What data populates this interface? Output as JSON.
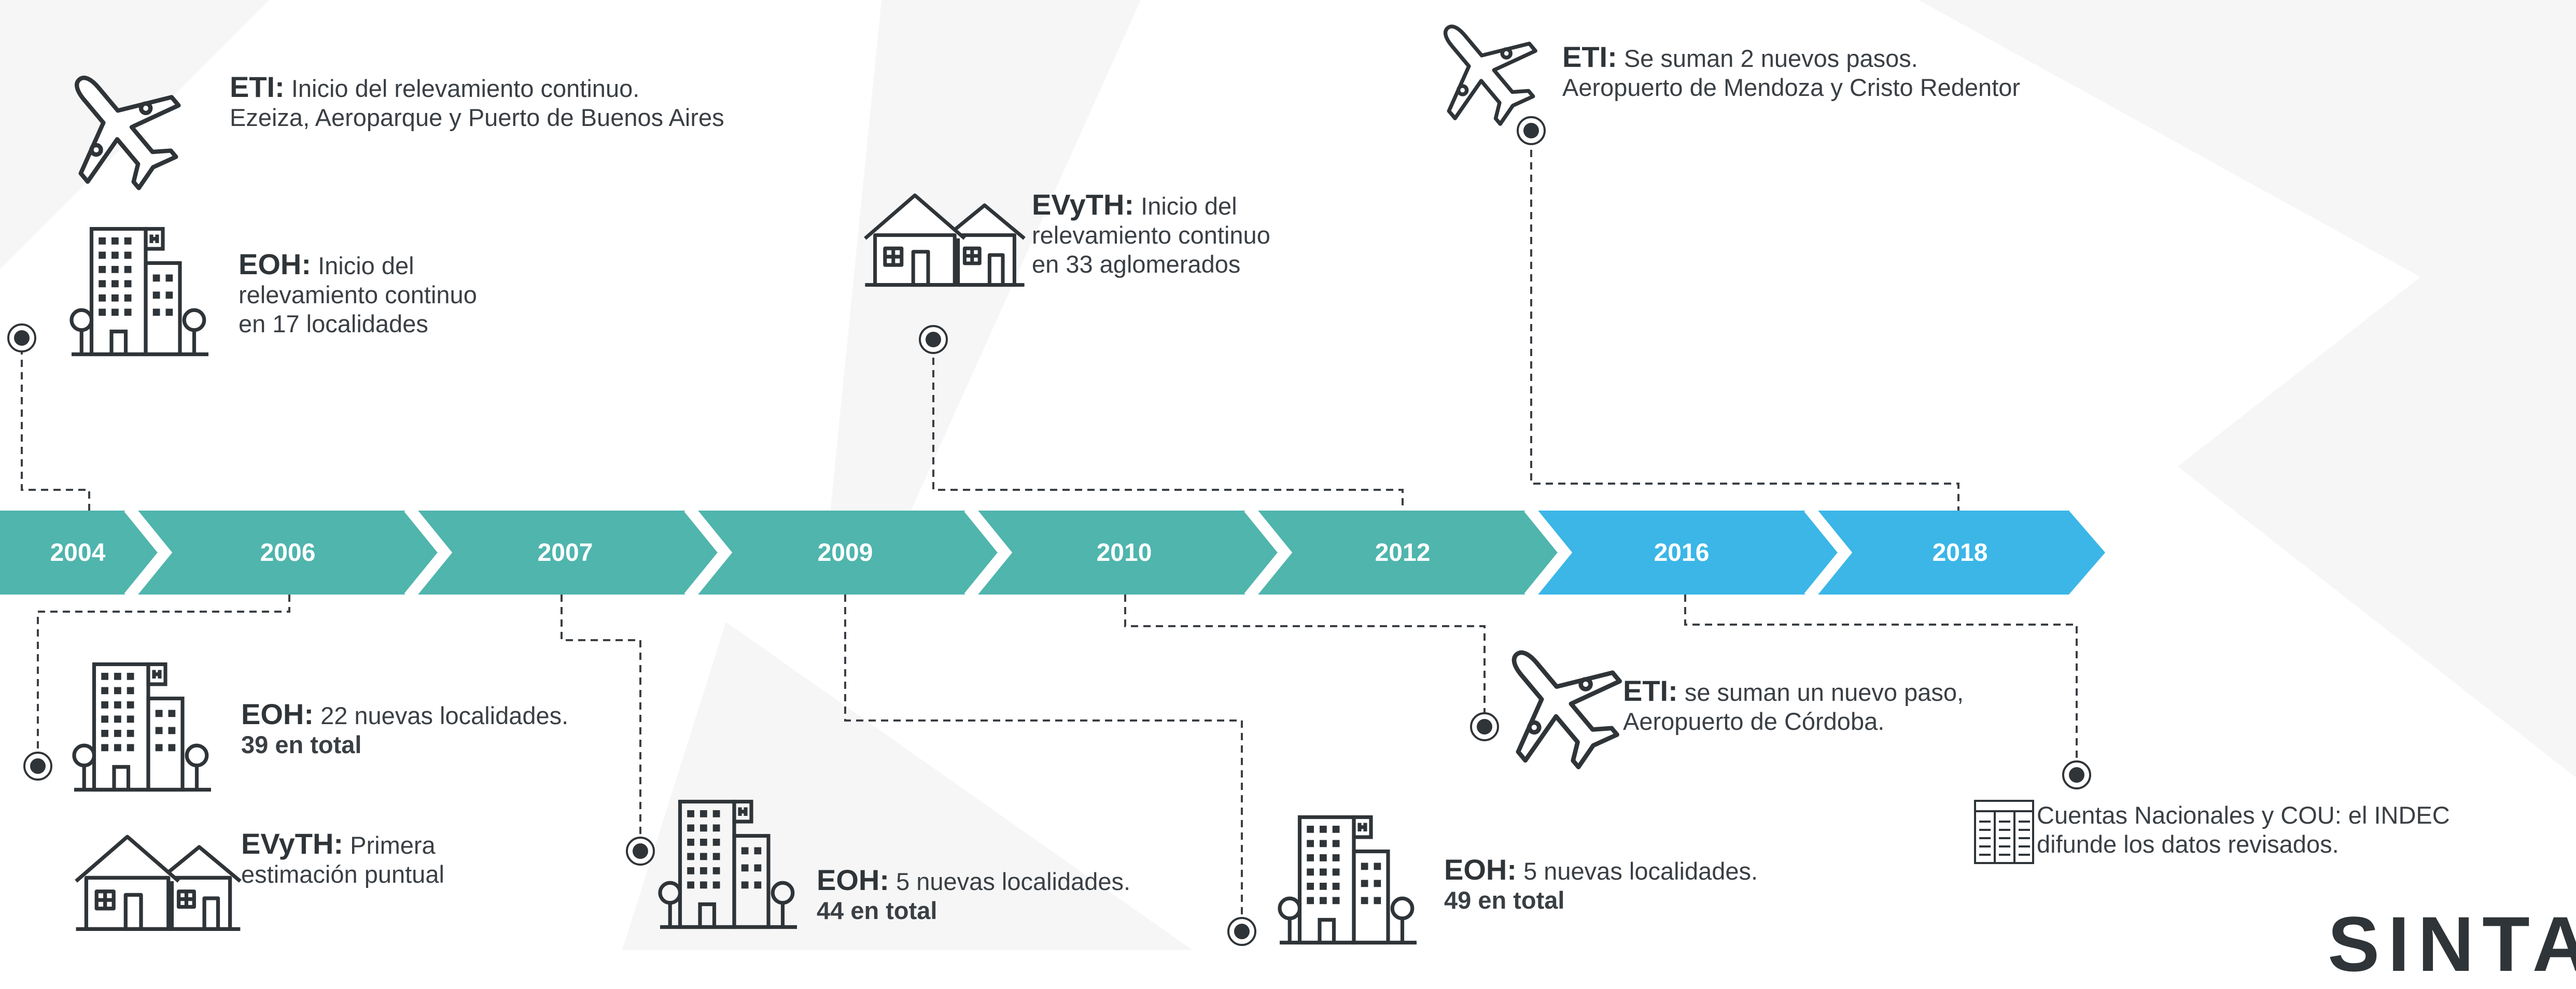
{
  "colors": {
    "teal": "#4fb5ad",
    "blue": "#3bb6e7",
    "ink": "#2f3438",
    "line": "#3a3f44"
  },
  "timeline": {
    "years": [
      "2004",
      "2006",
      "2007",
      "2009",
      "2010",
      "2012",
      "2016",
      "2018"
    ]
  },
  "events": {
    "eti_2004": {
      "tag": "ETI:",
      "text": "Inicio del relevamiento continuo.",
      "line2": "Ezeiza, Aeroparque y Puerto de Buenos Aires",
      "icon": "airplane-icon"
    },
    "eoh_2004": {
      "tag": "EOH:",
      "text": "Inicio del",
      "line2": "relevamiento continuo",
      "line3": "en 17 localidades",
      "icon": "building-icon"
    },
    "evyth_2010": {
      "tag": "EVyTH:",
      "text": "Inicio del",
      "line2": "relevamiento continuo",
      "line3": "en 33 aglomerados",
      "icon": "house-icon"
    },
    "eti_2016": {
      "tag": "ETI:",
      "text": "Se suman 2 nuevos pasos.",
      "line2": "Aeropuerto de Mendoza y Cristo Redentor",
      "icon": "airplane-icon"
    },
    "eoh_2006": {
      "tag": "EOH:",
      "text": "22 nuevas localidades.",
      "line2": "39 en total",
      "icon": "building-icon"
    },
    "evyth_2006": {
      "tag": "EVyTH:",
      "text": "Primera",
      "line2": "estimación puntual",
      "icon": "house-icon"
    },
    "eoh_2007": {
      "tag": "EOH:",
      "text": "5 nuevas localidades.",
      "line2": "44 en total",
      "icon": "building-icon"
    },
    "eoh_2009": {
      "tag": "EOH:",
      "text": "5 nuevas localidades.",
      "line2": "49 en total",
      "icon": "building-icon"
    },
    "eti_2012": {
      "tag": "ETI:",
      "text": "se suman un nuevo paso,",
      "line2": "Aeropuerto de Córdoba.",
      "icon": "airplane-icon"
    },
    "cn_2018": {
      "text": "Cuentas Nacionales y COU: el INDEC",
      "line2": "difunde los datos revisados.",
      "icon": "table-icon"
    }
  },
  "brand": {
    "text": "SINTA"
  }
}
